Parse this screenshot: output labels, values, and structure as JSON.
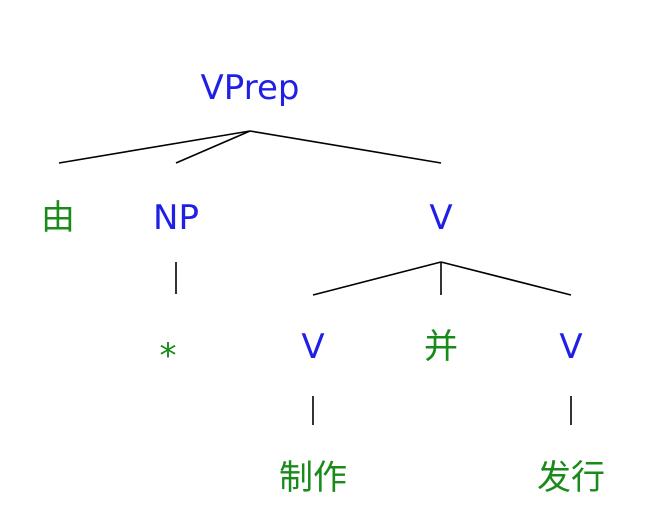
{
  "colors": {
    "category": "#1f1fe6",
    "word": "#1a8a1a",
    "edge": "#000000"
  },
  "tree": {
    "label": "VPrep",
    "children": [
      {
        "label": "由"
      },
      {
        "label": "NP",
        "children": [
          {
            "label": "*"
          }
        ]
      },
      {
        "label": "V",
        "children": [
          {
            "label": "V",
            "children": [
              {
                "label": "制作"
              }
            ]
          },
          {
            "label": "并"
          },
          {
            "label": "V",
            "children": [
              {
                "label": "发行"
              }
            ]
          }
        ]
      }
    ]
  }
}
